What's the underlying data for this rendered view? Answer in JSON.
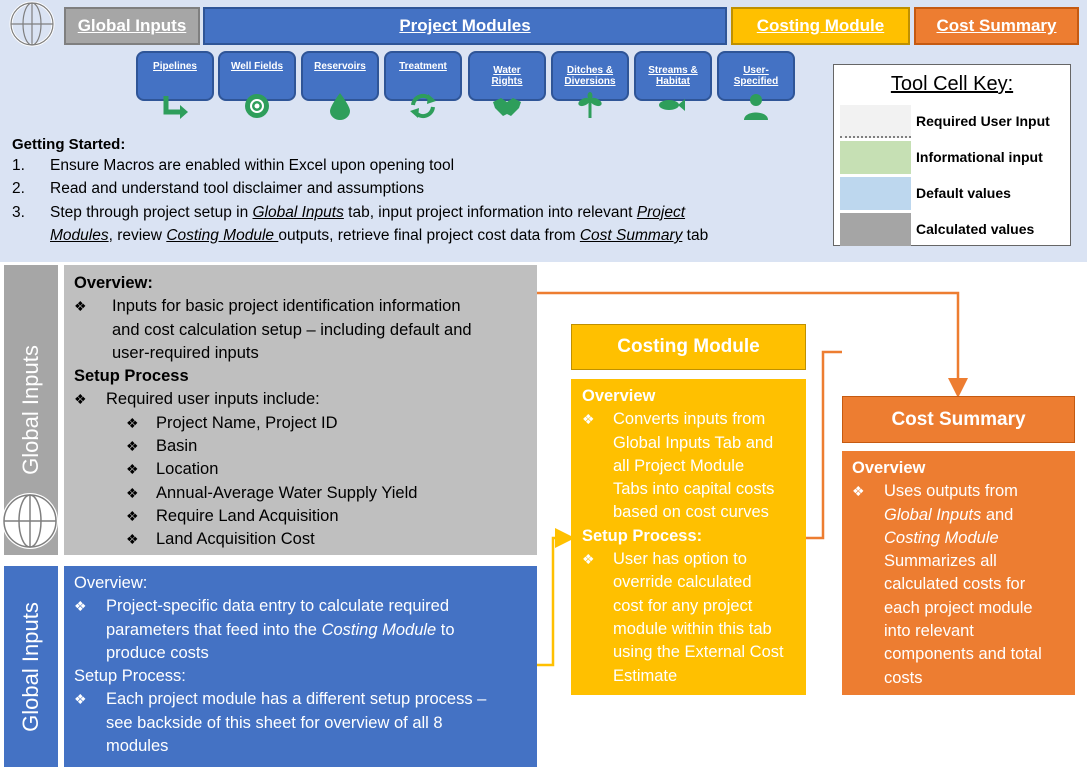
{
  "tabs": {
    "global_inputs": "Global Inputs",
    "project_modules": "Project Modules",
    "costing_module": "Costing Module",
    "cost_summary": "Cost Summary"
  },
  "modules": [
    {
      "label_l1": "Pipelines",
      "label_l2": "",
      "icon": "pipe-icon"
    },
    {
      "label_l1": "Well Fields",
      "label_l2": "",
      "icon": "well-icon"
    },
    {
      "label_l1": "Reservoirs",
      "label_l2": "",
      "icon": "water-drop-icon"
    },
    {
      "label_l1": "Treatment",
      "label_l2": "",
      "icon": "recycle-icon"
    },
    {
      "label_l1": "Water",
      "label_l2": "Rights",
      "icon": "handshake-icon"
    },
    {
      "label_l1": "Ditches &",
      "label_l2": "Diversions",
      "icon": "plant-icon"
    },
    {
      "label_l1": "Streams &",
      "label_l2": "Habitat",
      "icon": "fish-icon"
    },
    {
      "label_l1": "User-",
      "label_l2": "Specified",
      "icon": "user-icon"
    }
  ],
  "getting_started": {
    "title": "Getting Started:",
    "n1": "1.",
    "s1": "Ensure Macros are enabled within Excel upon opening tool",
    "n2": "2.",
    "s2": "Read and understand tool disclaimer and assumptions",
    "n3": "3.",
    "s3a": "Step through project setup in ",
    "s3b": "Global Inputs",
    "s3c": " tab, input project information into relevant ",
    "s3d": "Project",
    "s3e": "Modules",
    "s3f": ", review ",
    "s3g": "Costing Module ",
    "s3h": "outputs, retrieve final project cost data from ",
    "s3i": "Cost Summary",
    "s3j": " tab"
  },
  "key": {
    "title": "Tool Cell Key:",
    "items": [
      {
        "label": "Required User Input",
        "color": "#f2f2f2"
      },
      {
        "label": "Informational input",
        "color": "#c6e0b4"
      },
      {
        "label": "Default values",
        "color": "#bdd7ee"
      },
      {
        "label": "Calculated values",
        "color": "#a5a5a5"
      }
    ]
  },
  "global_panel": {
    "side_label": "Global Inputs",
    "overview_title": "Overview:",
    "overview_1": "Inputs for basic project identification information",
    "overview_2": "and cost calculation setup – including default and",
    "overview_3": "user-required inputs",
    "setup_title": "Setup Process",
    "setup_intro": "Required user inputs include:",
    "items": [
      "Project Name, Project ID",
      "Basin",
      "Location",
      "Annual-Average Water Supply Yield",
      "Require Land Acquisition",
      "Land Acquisition Cost"
    ]
  },
  "project_panel": {
    "side_label": "Global Inputs",
    "overview_title": "Overview:",
    "o1": "Project-specific data entry to calculate required",
    "o2a": "parameters that feed into the ",
    "o2b": "Costing Module",
    "o2c": " to",
    "o3": "produce costs",
    "setup_title": "Setup Process:",
    "s1": "Each project module has a different setup process –",
    "s2": "see backside of this sheet for overview of all 8",
    "s3": "modules"
  },
  "costing_box": {
    "title": "Costing Module",
    "overview_title": "Overview",
    "lines": [
      "Converts inputs from",
      "Global Inputs Tab and",
      "all Project Module",
      "Tabs into capital costs",
      "based on cost curves"
    ],
    "setup_title": "Setup Process:",
    "setup_lines": [
      "User has option to",
      "override calculated",
      "cost for any project",
      "module within this tab",
      "using the External Cost",
      "Estimate"
    ]
  },
  "summary_box": {
    "title": "Cost Summary",
    "overview_title": "Overview",
    "l1": "Uses outputs from",
    "l2": "Global Inputs",
    "l2b": " and",
    "l3": "Costing Module",
    "lines": [
      "Summarizes all",
      "calculated costs for",
      "each project module",
      "into relevant",
      "components and total",
      "costs"
    ]
  },
  "colors": {
    "blue": "#4472c4",
    "gold": "#ffc000",
    "orange": "#ed7d31",
    "grey": "#bfbfbf",
    "band": "#dae3f3"
  }
}
